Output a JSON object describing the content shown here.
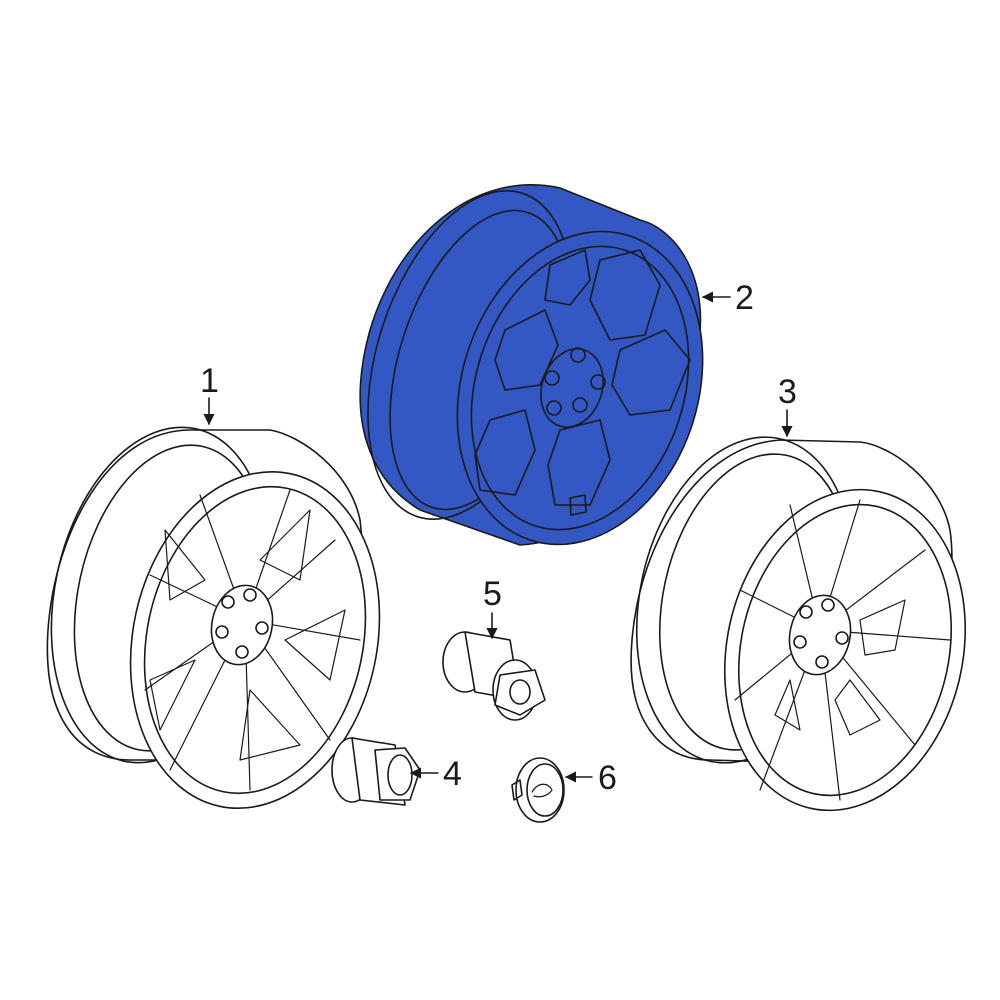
{
  "colors": {
    "highlight": "#3358c4",
    "line": "#1a1a1a",
    "background": "#ffffff"
  },
  "callouts": [
    {
      "label": "1",
      "part": "wheel"
    },
    {
      "label": "2",
      "part": "wheel-highlighted"
    },
    {
      "label": "3",
      "part": "wheel"
    },
    {
      "label": "4",
      "part": "lug-nut"
    },
    {
      "label": "5",
      "part": "lug-nut"
    },
    {
      "label": "6",
      "part": "center-cap"
    }
  ]
}
